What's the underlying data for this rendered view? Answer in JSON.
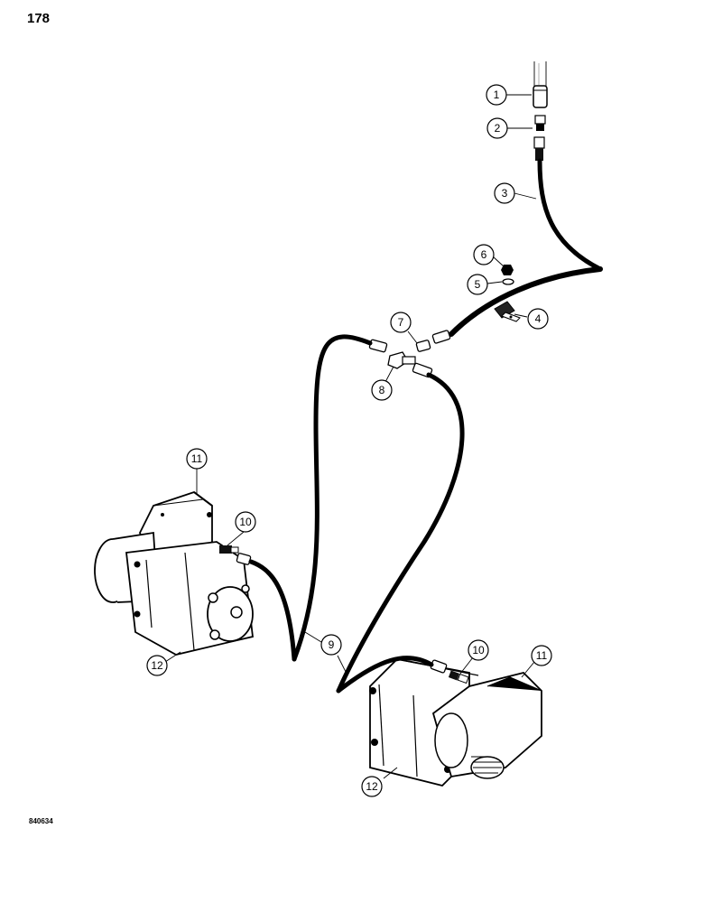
{
  "page_number": "178",
  "figure_code": "840634",
  "callouts": [
    {
      "id": "c1",
      "label": "1"
    },
    {
      "id": "c2",
      "label": "2"
    },
    {
      "id": "c3",
      "label": "3"
    },
    {
      "id": "c6",
      "label": "6"
    },
    {
      "id": "c5",
      "label": "5"
    },
    {
      "id": "c4",
      "label": "4"
    },
    {
      "id": "c7",
      "label": "7"
    },
    {
      "id": "c8",
      "label": "8"
    },
    {
      "id": "c11a",
      "label": "11"
    },
    {
      "id": "c10a",
      "label": "10"
    },
    {
      "id": "c12a",
      "label": "12"
    },
    {
      "id": "c9",
      "label": "9"
    },
    {
      "id": "c10b",
      "label": "10"
    },
    {
      "id": "c11b",
      "label": "11"
    },
    {
      "id": "c12b",
      "label": "12"
    }
  ]
}
